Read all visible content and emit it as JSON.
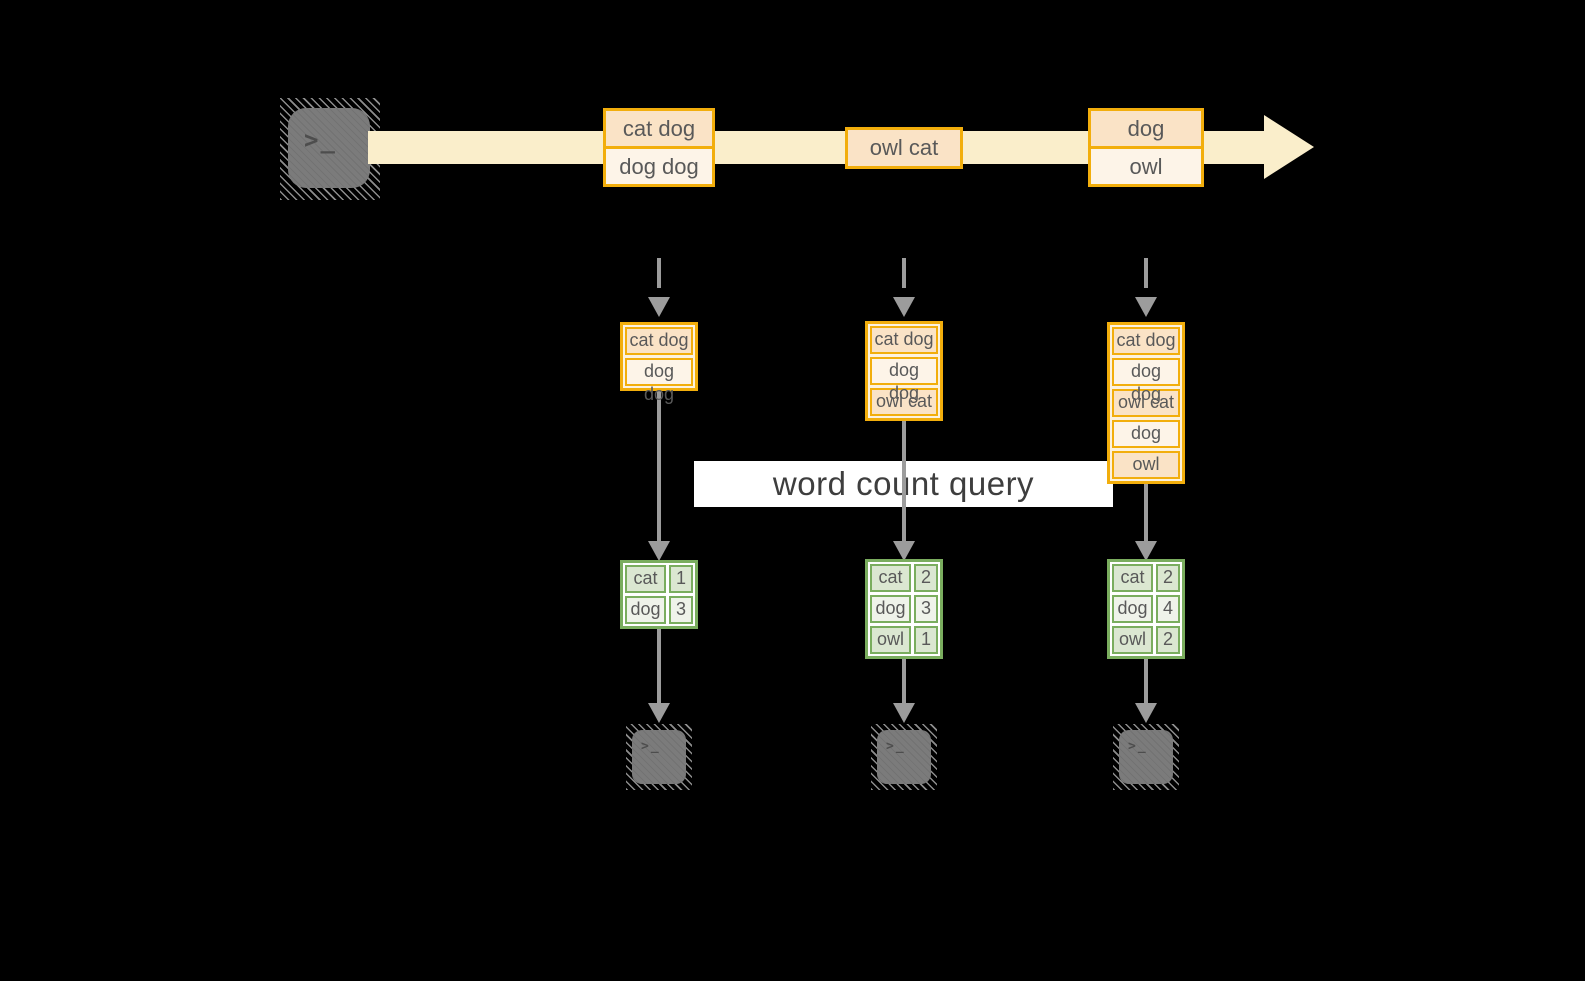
{
  "diagram": {
    "banner": "word count query",
    "terminal_glyph": ">_",
    "stream_events": [
      {
        "lines": [
          "cat dog",
          "dog dog"
        ]
      },
      {
        "lines": [
          "owl cat"
        ]
      },
      {
        "lines": [
          "dog",
          "owl"
        ]
      }
    ],
    "windows": [
      {
        "buffer": [
          "cat dog",
          "dog dog"
        ],
        "counts": [
          {
            "word": "cat",
            "count": "1"
          },
          {
            "word": "dog",
            "count": "3"
          }
        ]
      },
      {
        "buffer": [
          "cat dog",
          "dog dog",
          "owl cat"
        ],
        "counts": [
          {
            "word": "cat",
            "count": "2"
          },
          {
            "word": "dog",
            "count": "3"
          },
          {
            "word": "owl",
            "count": "1"
          }
        ]
      },
      {
        "buffer": [
          "cat dog",
          "dog dog",
          "owl cat",
          "dog",
          "owl"
        ],
        "counts": [
          {
            "word": "cat",
            "count": "2"
          },
          {
            "word": "dog",
            "count": "4"
          },
          {
            "word": "owl",
            "count": "2"
          }
        ]
      }
    ],
    "colors": {
      "background": "#000000",
      "stream_fill": "#FAEECB",
      "event_fill_dark": "#FAE3C6",
      "event_fill_light": "#FDF4E8",
      "event_border": "#F2AE0C",
      "table_border": "#7AAD5E",
      "table_fill_dark": "#DBE7D1",
      "table_fill_light": "#EFF3EA",
      "arrow_gray": "#9C9C9C",
      "terminal_gray": "#7B7B7B"
    }
  }
}
